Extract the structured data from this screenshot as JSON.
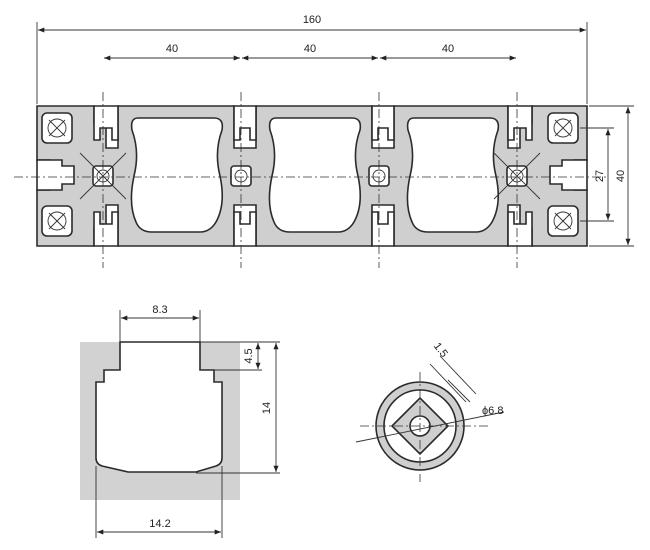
{
  "dimensions": {
    "overall_width": "160",
    "pitch_1": "40",
    "pitch_2": "40",
    "pitch_3": "40",
    "hole_spacing": "27",
    "overall_height": "40",
    "slot_opening": "8.3",
    "slot_lip": "4.5",
    "slot_depth": "14",
    "slot_inner_width": "14.2",
    "core_wall": "1.5",
    "core_diameter": "ϕ6.8"
  },
  "colors": {
    "material": "#cfcfcf",
    "line": "#2b2b2b"
  }
}
